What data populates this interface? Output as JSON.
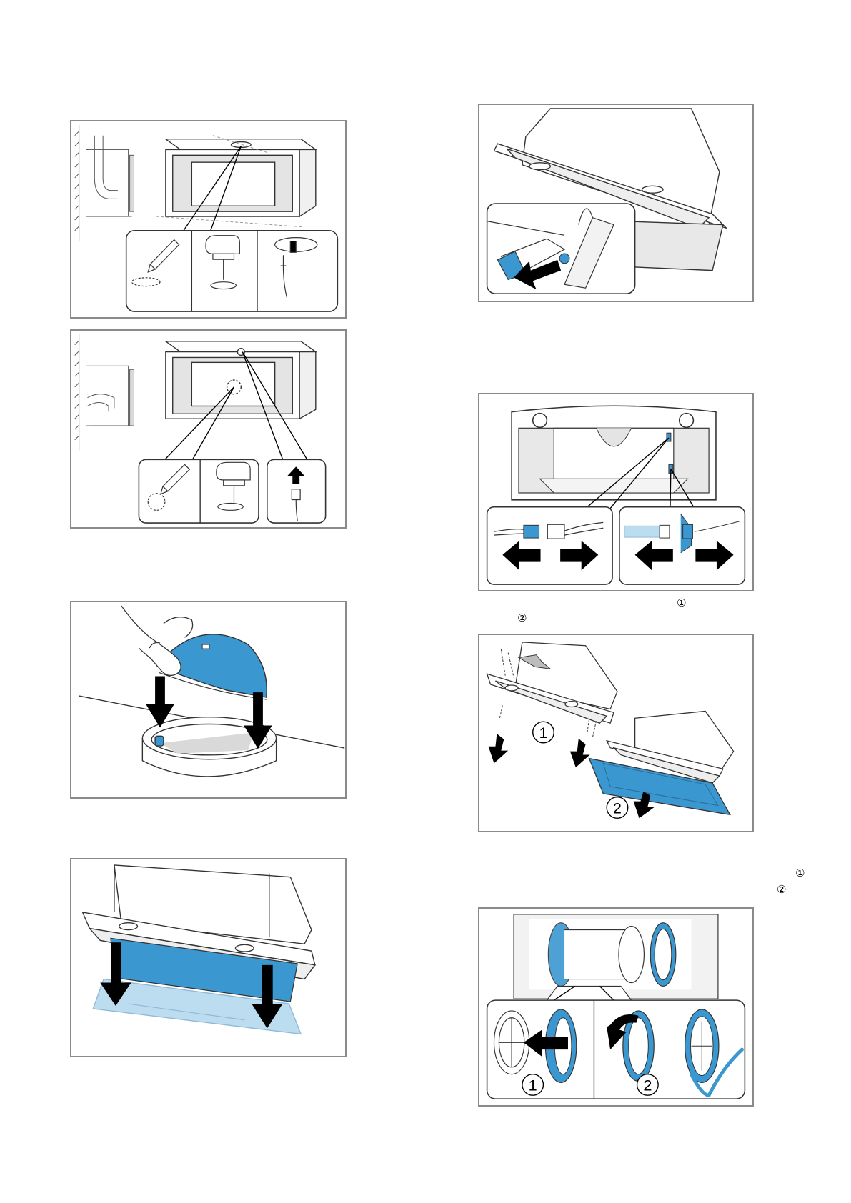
{
  "page": {
    "markers": {
      "disconnect_step1": "①",
      "disconnect_step2": "②",
      "fan_step1": "①",
      "fan_step2": "②"
    }
  },
  "figures": {
    "remove_panel": {
      "callouts": [
        "1",
        "2"
      ]
    },
    "fit_ring": {
      "callouts": [
        "1",
        "2"
      ]
    }
  },
  "colors": {
    "part_blue": "#3a97d0",
    "part_blue_light": "#bcdcf0",
    "frame_grey": "#8a8a8a",
    "shade_grey": "#d9d9d9",
    "check_blue": "#3a97d0"
  },
  "icons": [
    "pencil-icon",
    "jigsaw-icon",
    "power-plug-icon",
    "arrow-icon",
    "checkmark-icon",
    "hand-icon"
  ]
}
